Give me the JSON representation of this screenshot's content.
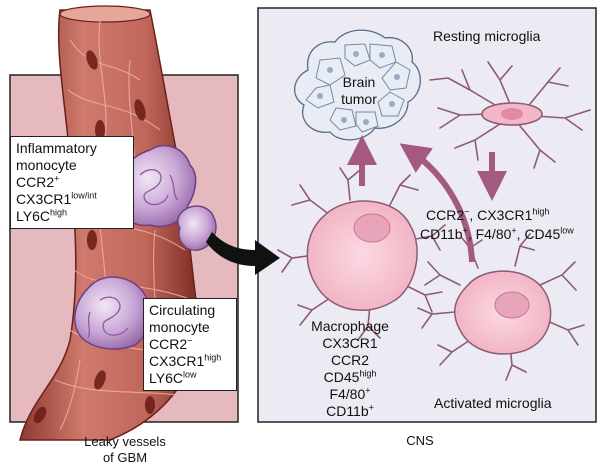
{
  "colors": {
    "vessel_panel": "#e6b9be",
    "cns_panel": "#ecebf3",
    "vessel_wall": "#c86c63",
    "vessel_dark": "#7e2a22",
    "monocyte": "#b893c8",
    "microglia": "#f6c6d2",
    "microglia_stroke": "#8e5a78",
    "arrow_purple": "#a45a80",
    "tumor": "#e3e9f3"
  },
  "icons": [
    "blood-vessel",
    "monocyte-cell",
    "microglia-cell",
    "tumor-cluster",
    "arrow"
  ],
  "labels": {
    "inflammatory": {
      "line1": "Inflammatory",
      "line2": "monocyte",
      "ccr2": "CCR2",
      "ccr2_sup": "+",
      "cx3cr1": "CX3CR1",
      "cx3cr1_sup": "low/int",
      "ly6c": "LY6C",
      "ly6c_sup": "high"
    },
    "circulating": {
      "line1": "Circulating",
      "line2": "monocyte",
      "ccr2": "CCR2",
      "ccr2_sup": "−",
      "cx3cr1": "CX3CR1",
      "cx3cr1_sup": "high",
      "ly6c": "LY6C",
      "ly6c_sup": "low"
    },
    "resting_microglia": "Resting microglia",
    "brain_tumor_line1": "Brain",
    "brain_tumor_line2": "tumor",
    "activated_markers": {
      "ccr2": "CCR2",
      "ccr2_sup": "−",
      "sep1": ", CX3CR1",
      "cx3cr1_sup": "high",
      "cd11b": "CD11b",
      "cd11b_sup": "+",
      "f480": ", F4/80",
      "f480_sup": "+",
      "cd45": ", CD45",
      "cd45_sup": "low"
    },
    "macrophage": {
      "title": "Macrophage",
      "cx3cr1": "CX3CR1",
      "ccr2": "CCR2",
      "cd45": "CD45",
      "cd45_sup": "high",
      "f480": "F4/80",
      "f480_sup": "+",
      "cd11b": "CD11b",
      "cd11b_sup": "+"
    },
    "activated_microglia": "Activated microglia",
    "vessel_caption_line1": "Leaky vessels",
    "vessel_caption_line2": "of GBM",
    "cns_caption": "CNS"
  }
}
